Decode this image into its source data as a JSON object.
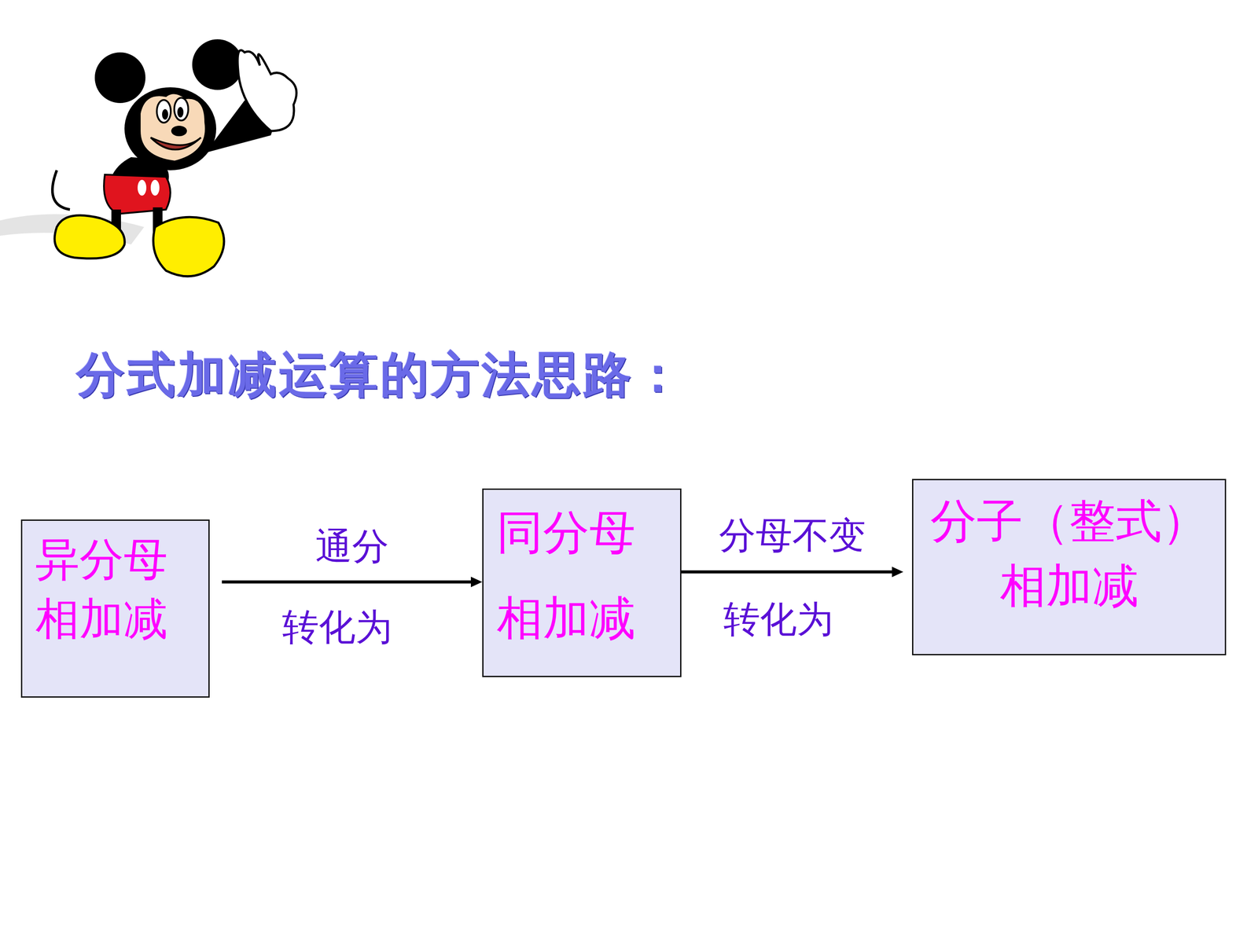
{
  "diagram": {
    "title": "分式加减运算的方法思路：",
    "nodes": [
      {
        "text": [
          "异分母 相加减"
        ]
      },
      {
        "text": [
          "同分母 相加减"
        ]
      },
      {
        "text": [
          "分子（整式） 相加减"
        ]
      }
    ],
    "edges": [
      {
        "from": 0,
        "to": 1,
        "arrow": "to",
        "label": "通分"
      },
      {
        "from": 1,
        "to": 2,
        "arrow": "to",
        "label": "分母不变"
      }
    ],
    "labels": [
      "转化为",
      "转化为"
    ]
  }
}
